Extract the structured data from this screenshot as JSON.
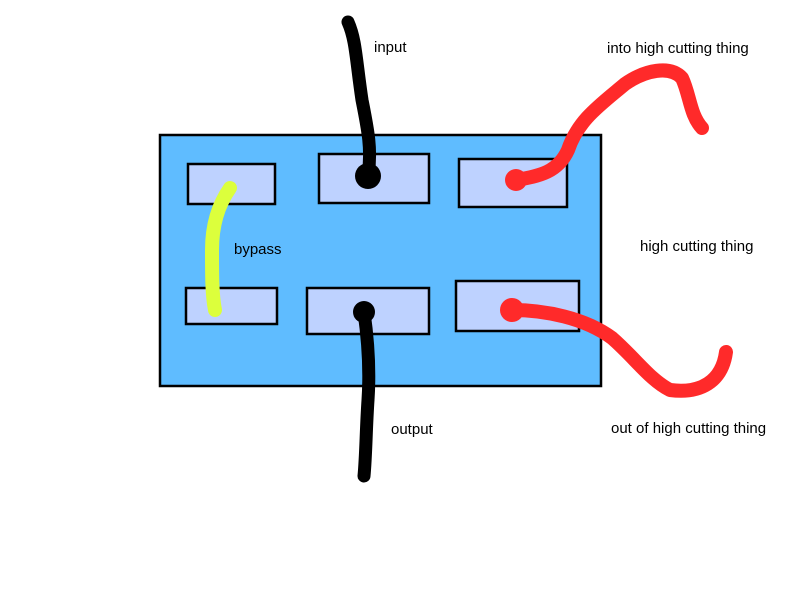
{
  "labels": {
    "input": "input",
    "output": "output",
    "bypass": "bypass",
    "into": "into high cutting thing",
    "unit": "high cutting thing",
    "out_of": "out of high cutting thing"
  },
  "colors": {
    "background": "#ffffff",
    "board": "#5fbcff",
    "slot": "#bed2ff",
    "outline": "#000000",
    "signal_cable": "#000000",
    "bypass_cable": "#dcff3c",
    "effect_cable": "#ff2a2a"
  }
}
